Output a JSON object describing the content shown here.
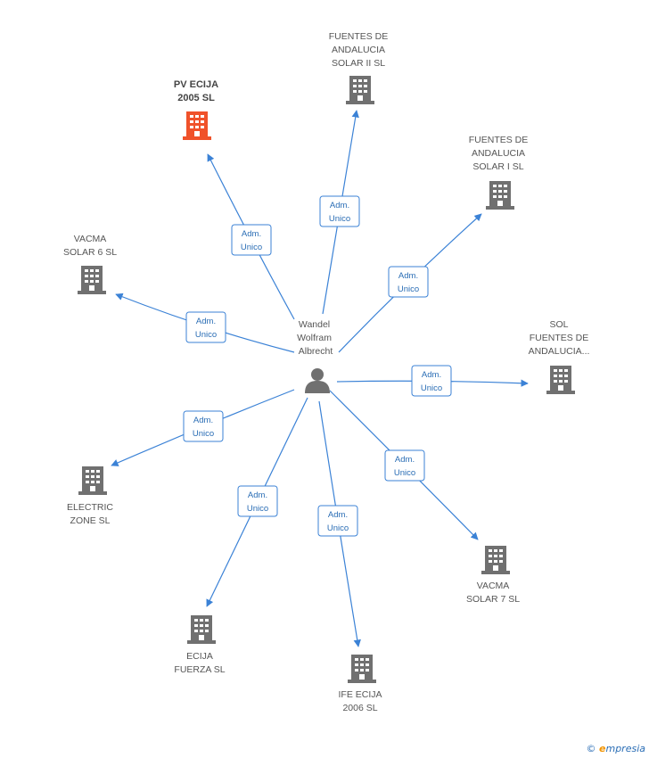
{
  "center": {
    "name_lines": [
      "Wandel",
      "Wolfram",
      "Albrecht"
    ],
    "icon": "person-icon"
  },
  "colors": {
    "edge": "#3b82d6",
    "building": "#707070",
    "building_highlight": "#f0522a",
    "edge_label_border": "#3b82d6"
  },
  "relation_label": [
    "Adm.",
    "Unico"
  ],
  "companies": [
    {
      "id": "pv-ecija-2005-sl",
      "name_lines": [
        "PV ECIJA",
        "2005 SL"
      ],
      "highlight": true
    },
    {
      "id": "fuentes-de-andalucia-solar-ii-sl",
      "name_lines": [
        "FUENTES DE",
        "ANDALUCIA",
        "SOLAR II SL"
      ],
      "highlight": false
    },
    {
      "id": "fuentes-de-andalucia-solar-i-sl",
      "name_lines": [
        "FUENTES DE",
        "ANDALUCIA",
        "SOLAR I SL"
      ],
      "highlight": false
    },
    {
      "id": "vacma-solar-6-sl",
      "name_lines": [
        "VACMA",
        "SOLAR 6 SL"
      ],
      "highlight": false
    },
    {
      "id": "sol-fuentes-de-andalucia",
      "name_lines": [
        "SOL",
        "FUENTES DE",
        "ANDALUCIA..."
      ],
      "highlight": false
    },
    {
      "id": "electric-zone-sl",
      "name_lines": [
        "ELECTRIC",
        "ZONE SL"
      ],
      "highlight": false
    },
    {
      "id": "vacma-solar-7-sl",
      "name_lines": [
        "VACMA",
        "SOLAR 7 SL"
      ],
      "highlight": false
    },
    {
      "id": "ecija-fuerza-sl",
      "name_lines": [
        "ECIJA",
        "FUERZA SL"
      ],
      "highlight": false
    },
    {
      "id": "ife-ecija-2006-sl",
      "name_lines": [
        "IFE ECIJA",
        "2006 SL"
      ],
      "highlight": false
    }
  ],
  "footer": {
    "copyright": "©",
    "brand_e": "e",
    "brand_rest": "mpresia"
  }
}
